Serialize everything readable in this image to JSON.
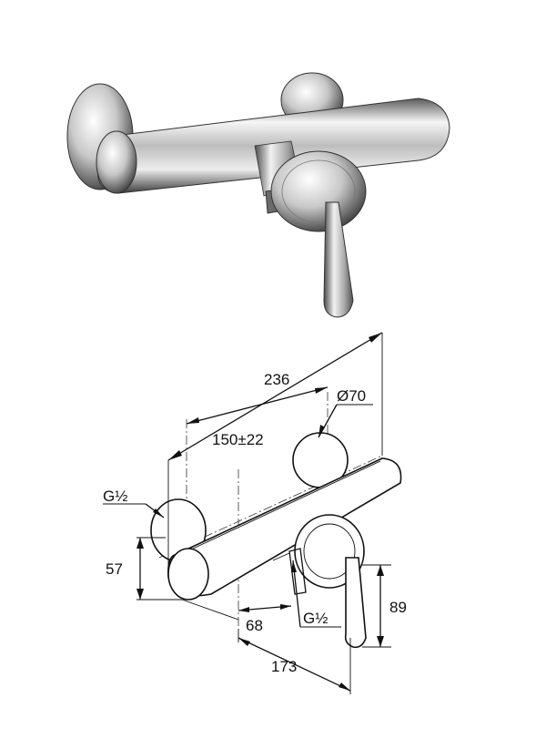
{
  "photo": {
    "colors": {
      "chrome_light": "#f4f4f4",
      "chrome_mid": "#b9b9b9",
      "chrome_dark": "#4a4a4a"
    }
  },
  "drawing": {
    "dimensions": {
      "overall_width": "236",
      "diameter": "Ø70",
      "center_distance": "150±22",
      "thread_inlet": "G½",
      "height_left": "57",
      "depth": "68",
      "thread_outlet": "G½",
      "height_right": "89",
      "lower_width": "173"
    }
  }
}
